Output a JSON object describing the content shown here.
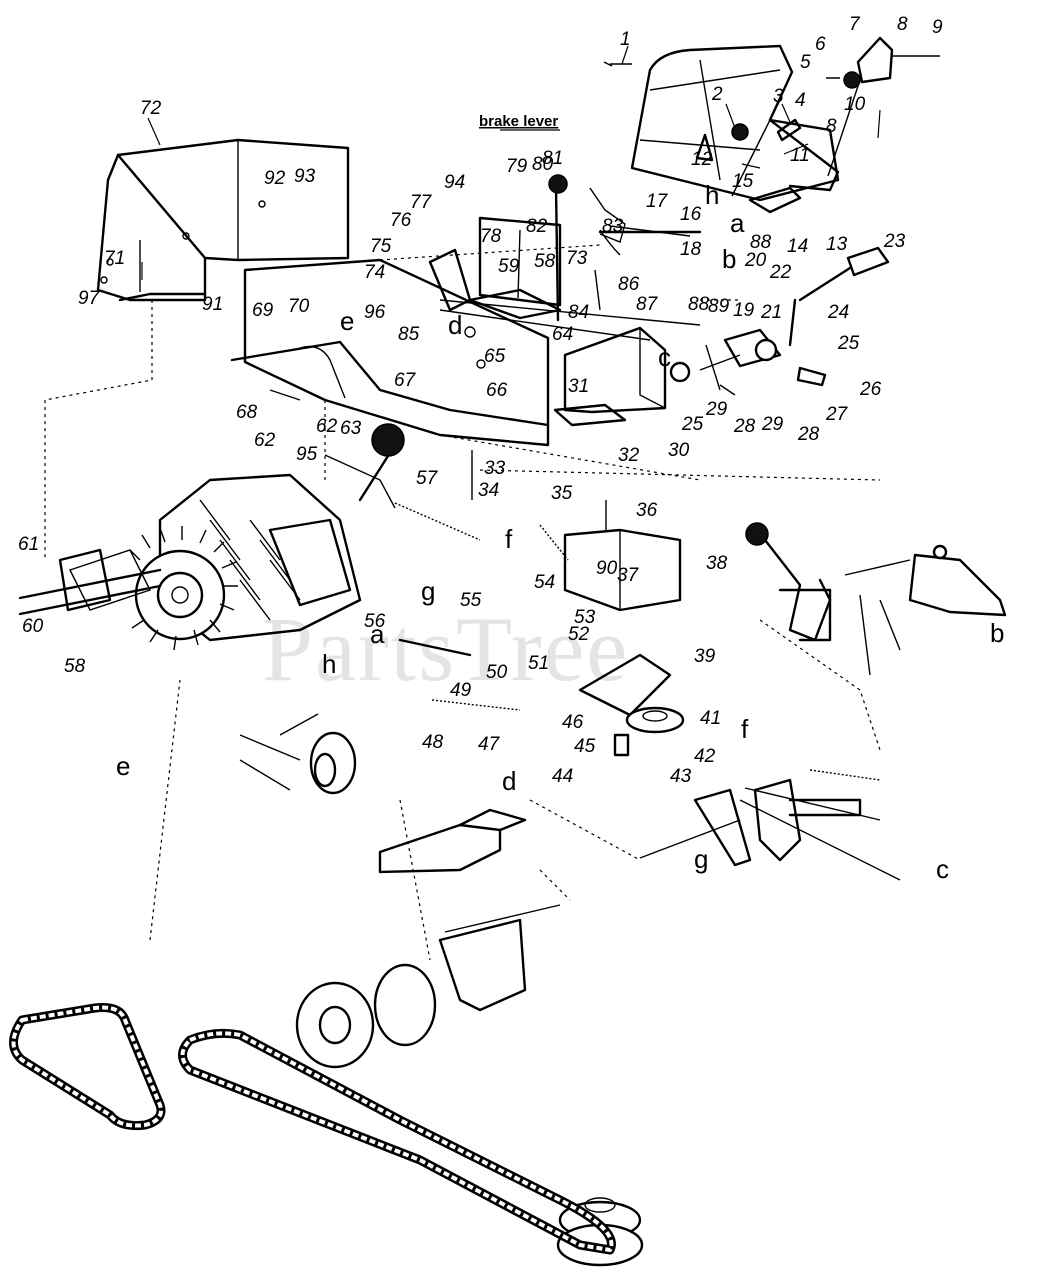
{
  "watermark": "PartsTree",
  "caption": "brake lever",
  "part_numbers": [
    "1",
    "2",
    "3",
    "4",
    "5",
    "6",
    "7",
    "8",
    "8",
    "9",
    "10",
    "11",
    "12",
    "13",
    "14",
    "15",
    "16",
    "17",
    "18",
    "19",
    "20",
    "21",
    "22",
    "23",
    "24",
    "25",
    "25",
    "26",
    "27",
    "28",
    "28",
    "29",
    "29",
    "30",
    "31",
    "32",
    "33",
    "34",
    "35",
    "36",
    "37",
    "38",
    "39",
    "41",
    "42",
    "43",
    "44",
    "45",
    "46",
    "47",
    "48",
    "49",
    "50",
    "51",
    "52",
    "53",
    "54",
    "55",
    "56",
    "57",
    "58",
    "58",
    "59",
    "60",
    "61",
    "62",
    "62",
    "63",
    "64",
    "65",
    "66",
    "67",
    "68",
    "69",
    "70",
    "71",
    "72",
    "73",
    "74",
    "75",
    "76",
    "77",
    "78",
    "79",
    "80",
    "81",
    "82",
    "83",
    "84",
    "85",
    "86",
    "87",
    "88",
    "88",
    "89",
    "90",
    "91",
    "92",
    "93",
    "94",
    "95",
    "96",
    "97"
  ],
  "connector_letters": [
    "a",
    "a",
    "b",
    "b",
    "c",
    "c",
    "d",
    "d",
    "e",
    "e",
    "f",
    "f",
    "g",
    "g",
    "h",
    "h"
  ]
}
